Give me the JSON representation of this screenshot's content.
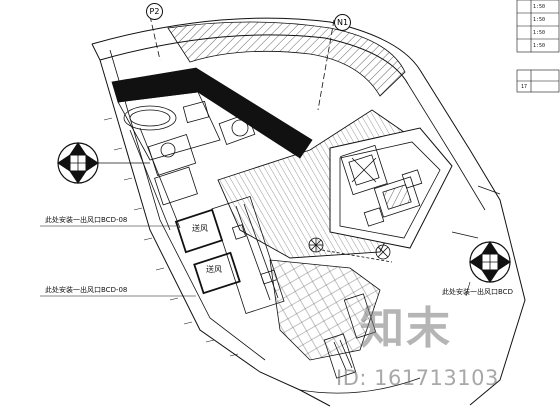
{
  "grid_markers": {
    "p2": "P2",
    "n1": "N1"
  },
  "room_labels": {
    "store1": "送风",
    "store2": "送风"
  },
  "callouts": {
    "left_upper": "此处安装一出风口BCD-08",
    "left_lower": "此处安装一出风口BCD-08",
    "right": "此处安装一出风口BCD"
  },
  "title_block": {
    "rows": [
      "1:50",
      "1:50",
      "1:50",
      "1:50"
    ],
    "note": "17"
  },
  "watermark": {
    "brand": "知末",
    "id": "ID: 161713103"
  }
}
